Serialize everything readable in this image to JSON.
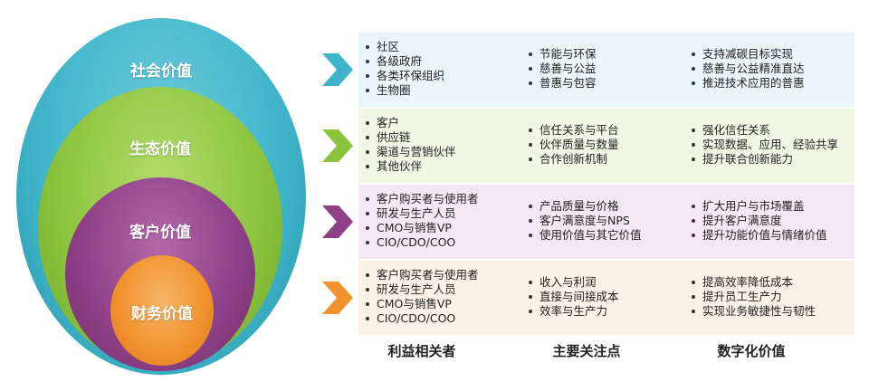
{
  "layers": [
    {
      "key": "social",
      "title": "社会价值",
      "color": "#3FB4C9",
      "band_color": "#EAF6F9",
      "stakeholders": [
        "社区",
        "各级政府",
        "各类环保组织",
        "生物圈"
      ],
      "focus": [
        "节能与环保",
        "慈善与公益",
        "普惠与包容"
      ],
      "digital_value": [
        "支持减碳目标实现",
        "慈善与公益精准直达",
        "推进技术应用的普惠"
      ]
    },
    {
      "key": "ecosystem",
      "title": "生态价值",
      "color": "#8BC33D",
      "band_color": "#F3F8E6",
      "stakeholders": [
        "客户",
        "供应链",
        "渠道与营销伙伴",
        "其他伙伴"
      ],
      "focus": [
        "信任关系与平台",
        "伙伴质量与数量",
        "合作创新机制"
      ],
      "digital_value": [
        "强化信任关系",
        "实现数据、应用、经验共享",
        "提升联合创新能力"
      ]
    },
    {
      "key": "customer",
      "title": "客户价值",
      "color": "#8E3F86",
      "band_color": "#F5E8F3",
      "stakeholders": [
        "客户购买者与使用者",
        "研发与生产人员",
        "CMO与销售VP",
        "CIO/CDO/COO"
      ],
      "focus": [
        "产品质量与价格",
        "客户满意度与NPS",
        "使用价值与其它价值"
      ],
      "digital_value": [
        "扩大用户与市场覆盖",
        "提升客户满意度",
        "提升功能价值与情绪价值"
      ]
    },
    {
      "key": "financial",
      "title": "财务价值",
      "color": "#F0922E",
      "band_color": "#FDF2E7",
      "stakeholders": [
        "客户购买者与使用者",
        "研发与生产人员",
        "CMO与销售VP",
        "CIO/CDO/COO"
      ],
      "focus": [
        "收入与利润",
        "直接与间接成本",
        "效率与生产力"
      ],
      "digital_value": [
        "提高效率降低成本",
        "提升员工生产力",
        "实现业务敏捷性与韧性"
      ]
    }
  ],
  "columns": {
    "stakeholders": "利益相关者",
    "focus": "主要关注点",
    "digital_value": "数字化价值"
  },
  "icons": {
    "arrow": "chevron-right-icon"
  }
}
